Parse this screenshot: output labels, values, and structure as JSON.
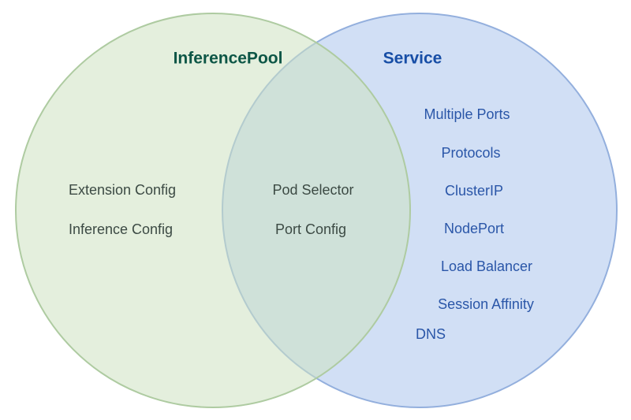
{
  "venn": {
    "left": {
      "title": "InferencePool",
      "title_color": "#0d5646",
      "fill": "#cde2c1",
      "stroke": "#aecba1",
      "items": [
        "Extension Config",
        "Inference Config"
      ]
    },
    "overlap": {
      "items": [
        "Pod Selector",
        "Port Config"
      ]
    },
    "right": {
      "title": "Service",
      "title_color": "#174ea6",
      "fill": "#a4c0eb",
      "stroke": "#93afdd",
      "items": [
        "Multiple Ports",
        "Protocols",
        "ClusterIP",
        "NodePort",
        "Load Balancer",
        "Session Affinity",
        "DNS"
      ],
      "text_color": "#2a56a8"
    }
  }
}
